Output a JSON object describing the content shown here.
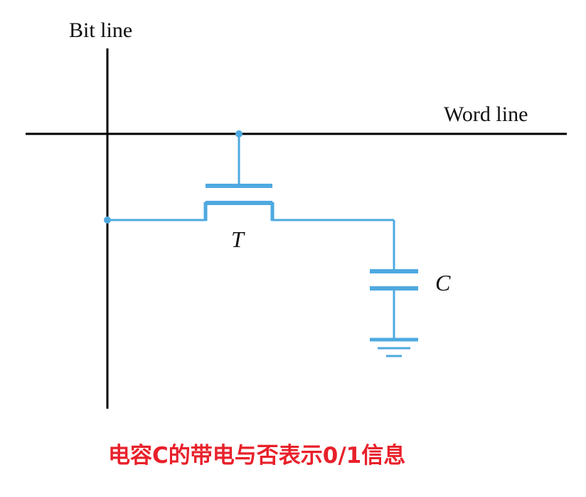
{
  "labels": {
    "bit_line": "Bit line",
    "word_line": "Word line",
    "transistor": "T",
    "capacitor": "C"
  },
  "caption": {
    "text": "电容C的带电与否表示0/1信息"
  },
  "colors": {
    "line": "#000000",
    "circuit": "#4ea9e0",
    "caption": "#e8202a"
  }
}
